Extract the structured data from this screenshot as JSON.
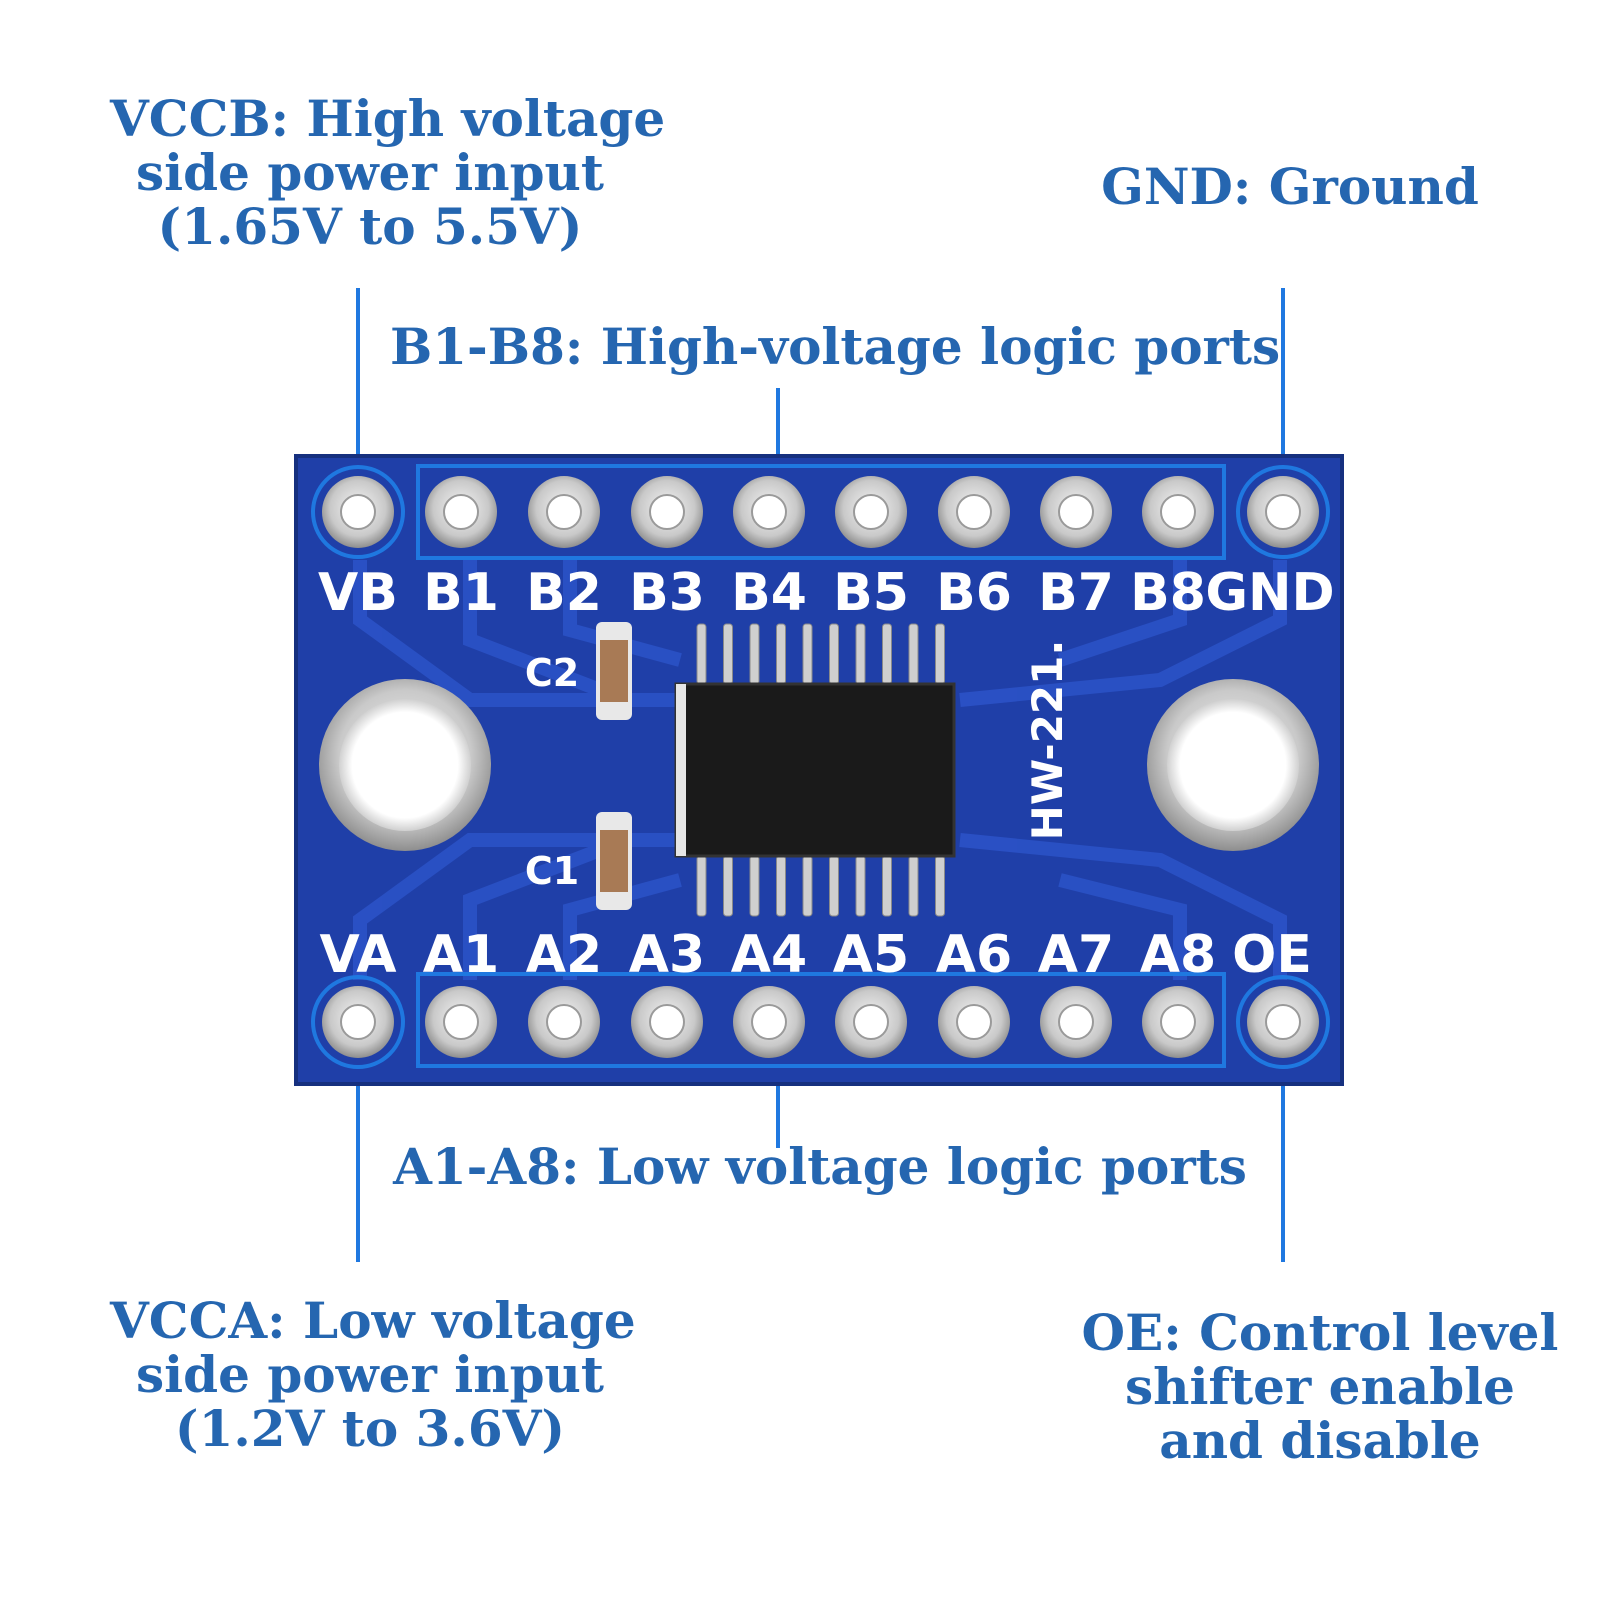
{
  "callouts": {
    "vccb": [
      "VCCB: High voltage",
      "side power input",
      "(1.65V to 5.5V)"
    ],
    "gnd": [
      "GND: Ground"
    ],
    "b_ports": [
      "B1-B8: High-voltage logic ports"
    ],
    "a_ports": [
      "A1-A8: Low voltage logic ports"
    ],
    "vcca": [
      "VCCA: Low voltage",
      "side power input",
      "(1.2V to 3.6V)"
    ],
    "oe": [
      "OE: Control level",
      "shifter enable",
      "and disable"
    ]
  },
  "board": {
    "top_pin_labels": [
      "VB",
      "B1",
      "B2",
      "B3",
      "B4",
      "B5",
      "B6",
      "B7",
      "B8",
      "GND"
    ],
    "bottom_pin_labels": [
      "VA",
      "A1",
      "A2",
      "A3",
      "A4",
      "A5",
      "A6",
      "A7",
      "A8",
      "OE"
    ],
    "capacitor_labels": [
      "C2",
      "C1"
    ],
    "model": "HW-221."
  },
  "colors": {
    "accent": "#1f78e0",
    "label_text": "#2566b0",
    "pcb": "#1f3fa8",
    "chip": "#1a1a1a"
  }
}
